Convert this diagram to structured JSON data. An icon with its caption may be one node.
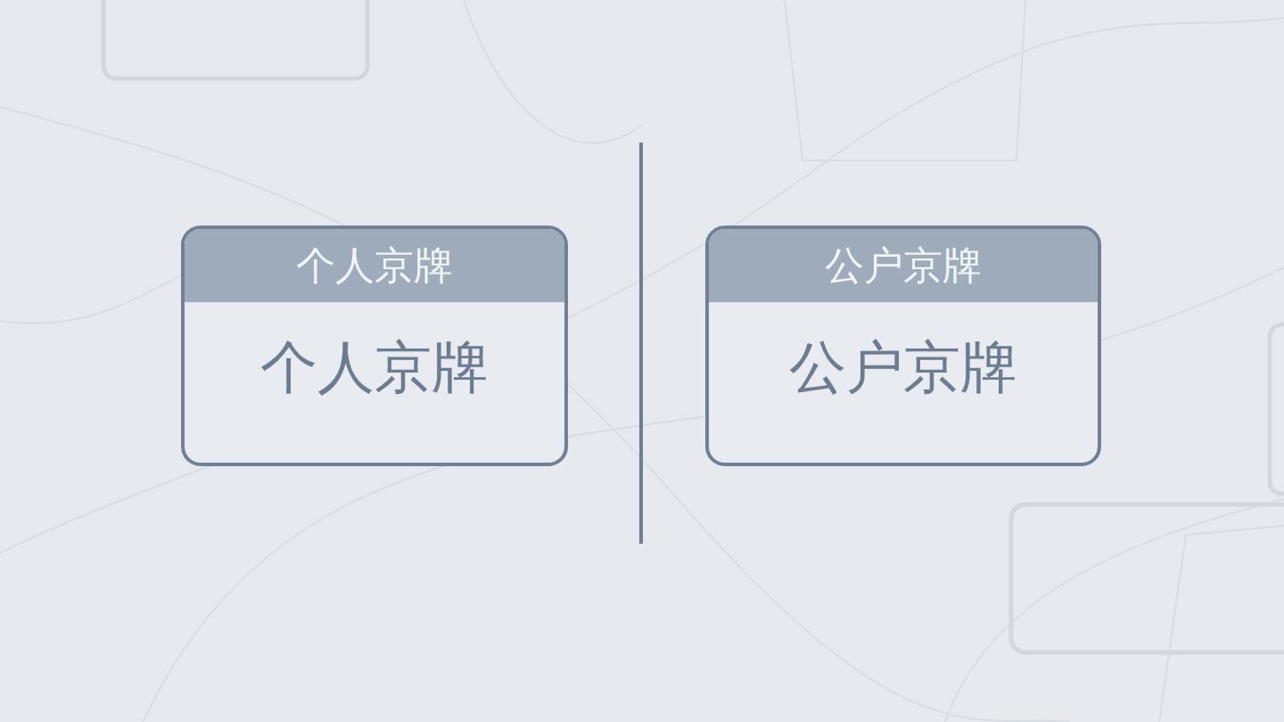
{
  "diagram": {
    "nodes": [
      {
        "text": [
          "个人京牌",
          "个人京牌"
        ]
      },
      {
        "text": [
          "公户京牌",
          "公户京牌"
        ]
      }
    ]
  }
}
